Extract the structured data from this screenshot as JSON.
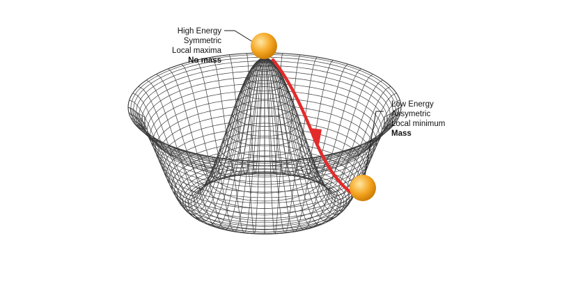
{
  "diagram": {
    "colors": {
      "background": "#ffffff",
      "mesh_line": "#3a3a3a",
      "surface_fill": "#ffffff",
      "path_arrow": "#e32b2b",
      "ball_fill": "#f5a623",
      "ball_highlight": "#ffe7a3",
      "ball_edge": "#c77800"
    },
    "high_state": {
      "lines": [
        "High Energy",
        "Symmetric",
        "Local maxima"
      ],
      "bold_line": "No mass"
    },
    "low_state": {
      "lines": [
        "Low Energy",
        "Assymetric",
        "Local minimum"
      ],
      "bold_line": "Mass"
    }
  }
}
